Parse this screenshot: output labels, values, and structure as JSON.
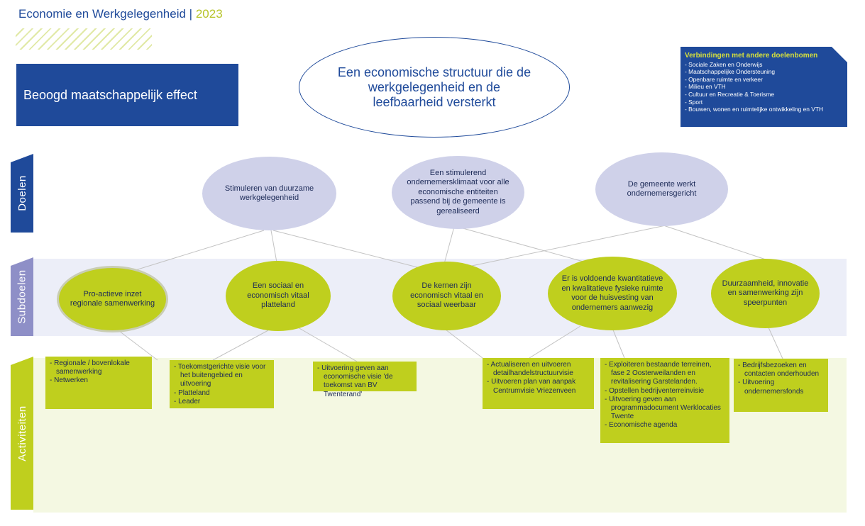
{
  "header": {
    "title": "Economie en Werkgelegenheid",
    "separator": " | ",
    "year": "2023"
  },
  "effect": {
    "label": "Beoogd maatschappelijk effect",
    "statement": "Een economische structuur die de werkgelegenheid en de leefbaarheid versterkt"
  },
  "links": {
    "heading": "Verbindingen met andere doelenbomen",
    "items": [
      "- Sociale Zaken en Onderwijs",
      "- Maatschappelijke Ondersteuning",
      "- Openbare ruimte en verkeer",
      "- Milieu en VTH",
      "- Cultuur en Recreatie & Toerisme",
      "- Sport",
      "- Bouwen, wonen en ruimtelijke ontwikkeling en VTH"
    ]
  },
  "rows": {
    "doelen": "Doelen",
    "subdoelen": "Subdoelen",
    "activiteiten": "Activiteiten"
  },
  "doelen": [
    "Stimuleren van duurzame werkgelegenheid",
    "Een stimulerend ondernemersklimaat voor alle economische entiteiten passend bij de gemeente is gerealiseerd",
    "De gemeente werkt ondernemersgericht"
  ],
  "subdoelen": [
    "Pro-actieve inzet regionale samenwerking",
    "Een sociaal en economisch vitaal platteland",
    "De kernen zijn economisch vitaal en sociaal weerbaar",
    "Er is voldoende kwantitatieve en kwalitatieve fysieke ruimte voor de huisvesting van ondernemers aanwezig",
    "Duurzaamheid, innovatie en samenwerking zijn speerpunten"
  ],
  "activiteiten": [
    [
      "- Regionale / bovenlokale samenwerking",
      "- Netwerken"
    ],
    [
      "- Toekomstgerichte visie voor het buitengebied en uitvoering",
      "- Platteland",
      "- Leader"
    ],
    [
      "- Uitvoering geven aan economische visie 'de toekomst van BV Twenterand'"
    ],
    [
      "- Actualiseren en uitvoeren detailhandelstructuurvisie",
      "- Uitvoeren plan van aanpak Centrumvisie Vriezenveen"
    ],
    [
      "- Exploiteren bestaande terreinen, fase 2 Oosterweilanden en revitalisering Garstelanden.",
      "- Opstellen bedrijventerreinvisie",
      "- Uitvoering geven aan programmadocument Werklocaties Twente",
      "- Economische agenda"
    ],
    [
      "- Bedrijfsbezoeken en contacten onderhouden",
      "- Uitvoering ondernemersfonds"
    ]
  ],
  "colors": {
    "navy": "#1f4a9a",
    "lilac": "#cfd1e9",
    "lime": "#bfcf1e",
    "accent_yellow": "#d6e03c"
  }
}
